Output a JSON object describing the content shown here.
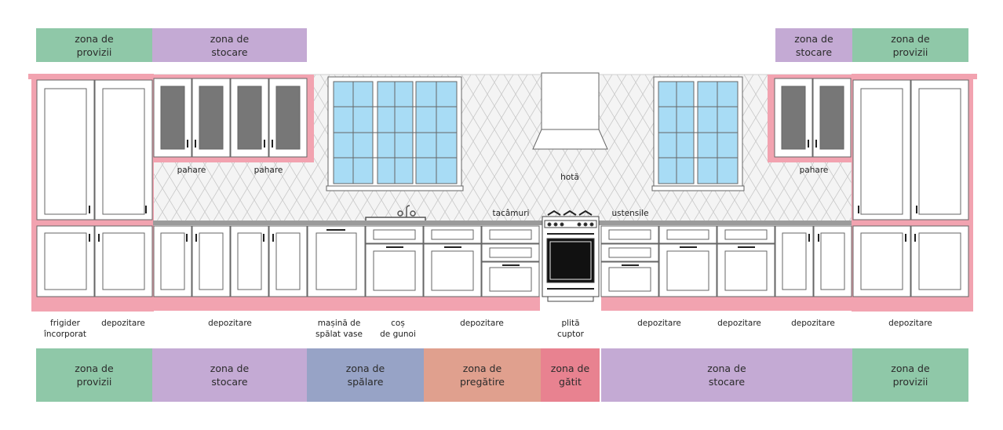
{
  "colors": {
    "provizii": "#8fc8a8",
    "stocare": "#c4aad4",
    "spalare": "#97a3c6",
    "pregatire": "#e0a08e",
    "gatit": "#e88290",
    "cabinet_pink": "#f2a3b0",
    "glass": "#a8dcf5",
    "glass_dark": "#777777",
    "counter": "#9b9b9b"
  },
  "top_zones": [
    {
      "id": "top-provizii-left",
      "label": "zona de\nprovizii",
      "color": "provizii"
    },
    {
      "id": "top-stocare-left",
      "label": "zona de\nstocare",
      "color": "stocare"
    },
    {
      "id": "top-stocare-right",
      "label": "zona de\nstocare",
      "color": "stocare"
    },
    {
      "id": "top-provizii-right",
      "label": "zona de\nprovizii",
      "color": "provizii"
    }
  ],
  "bottom_zones": [
    {
      "id": "bottom-provizii-left",
      "label": "zona de\nprovizii",
      "color": "provizii"
    },
    {
      "id": "bottom-stocare-left",
      "label": "zona de\nstocare",
      "color": "stocare"
    },
    {
      "id": "bottom-spalare",
      "label": "zona de\nspălare",
      "color": "spalare"
    },
    {
      "id": "bottom-pregatire",
      "label": "zona de\npregătire",
      "color": "pregatire"
    },
    {
      "id": "bottom-gatit",
      "label": "zona de\ngătit",
      "color": "gatit"
    },
    {
      "id": "bottom-stocare-right",
      "label": "zona de\nstocare",
      "color": "stocare"
    },
    {
      "id": "bottom-provizii-right",
      "label": "zona de\nprovizii",
      "color": "provizii"
    }
  ],
  "upper_labels": [
    {
      "id": "pahare-1",
      "text": "pahare"
    },
    {
      "id": "pahare-2",
      "text": "pahare"
    },
    {
      "id": "hota",
      "text": "hotă"
    },
    {
      "id": "pahare-3",
      "text": "pahare"
    },
    {
      "id": "tacamuri",
      "text": "tacâmuri"
    },
    {
      "id": "ustensile",
      "text": "ustensile"
    }
  ],
  "base_labels": [
    {
      "id": "frigider",
      "text": "frigider\nîncorporat"
    },
    {
      "id": "depozitare-1",
      "text": "depozitare"
    },
    {
      "id": "depozitare-2",
      "text": "depozitare"
    },
    {
      "id": "masina-vase",
      "text": "mașină de\nspălat vase"
    },
    {
      "id": "cos-gunoi",
      "text": "coș\nde gunoi"
    },
    {
      "id": "depozitare-3",
      "text": "depozitare"
    },
    {
      "id": "plita-cuptor",
      "text": "plită\ncuptor"
    },
    {
      "id": "depozitare-4",
      "text": "depozitare"
    },
    {
      "id": "depozitare-5",
      "text": "depozitare"
    },
    {
      "id": "depozitare-6",
      "text": "depozitare"
    },
    {
      "id": "depozitare-7",
      "text": "depozitare"
    }
  ]
}
